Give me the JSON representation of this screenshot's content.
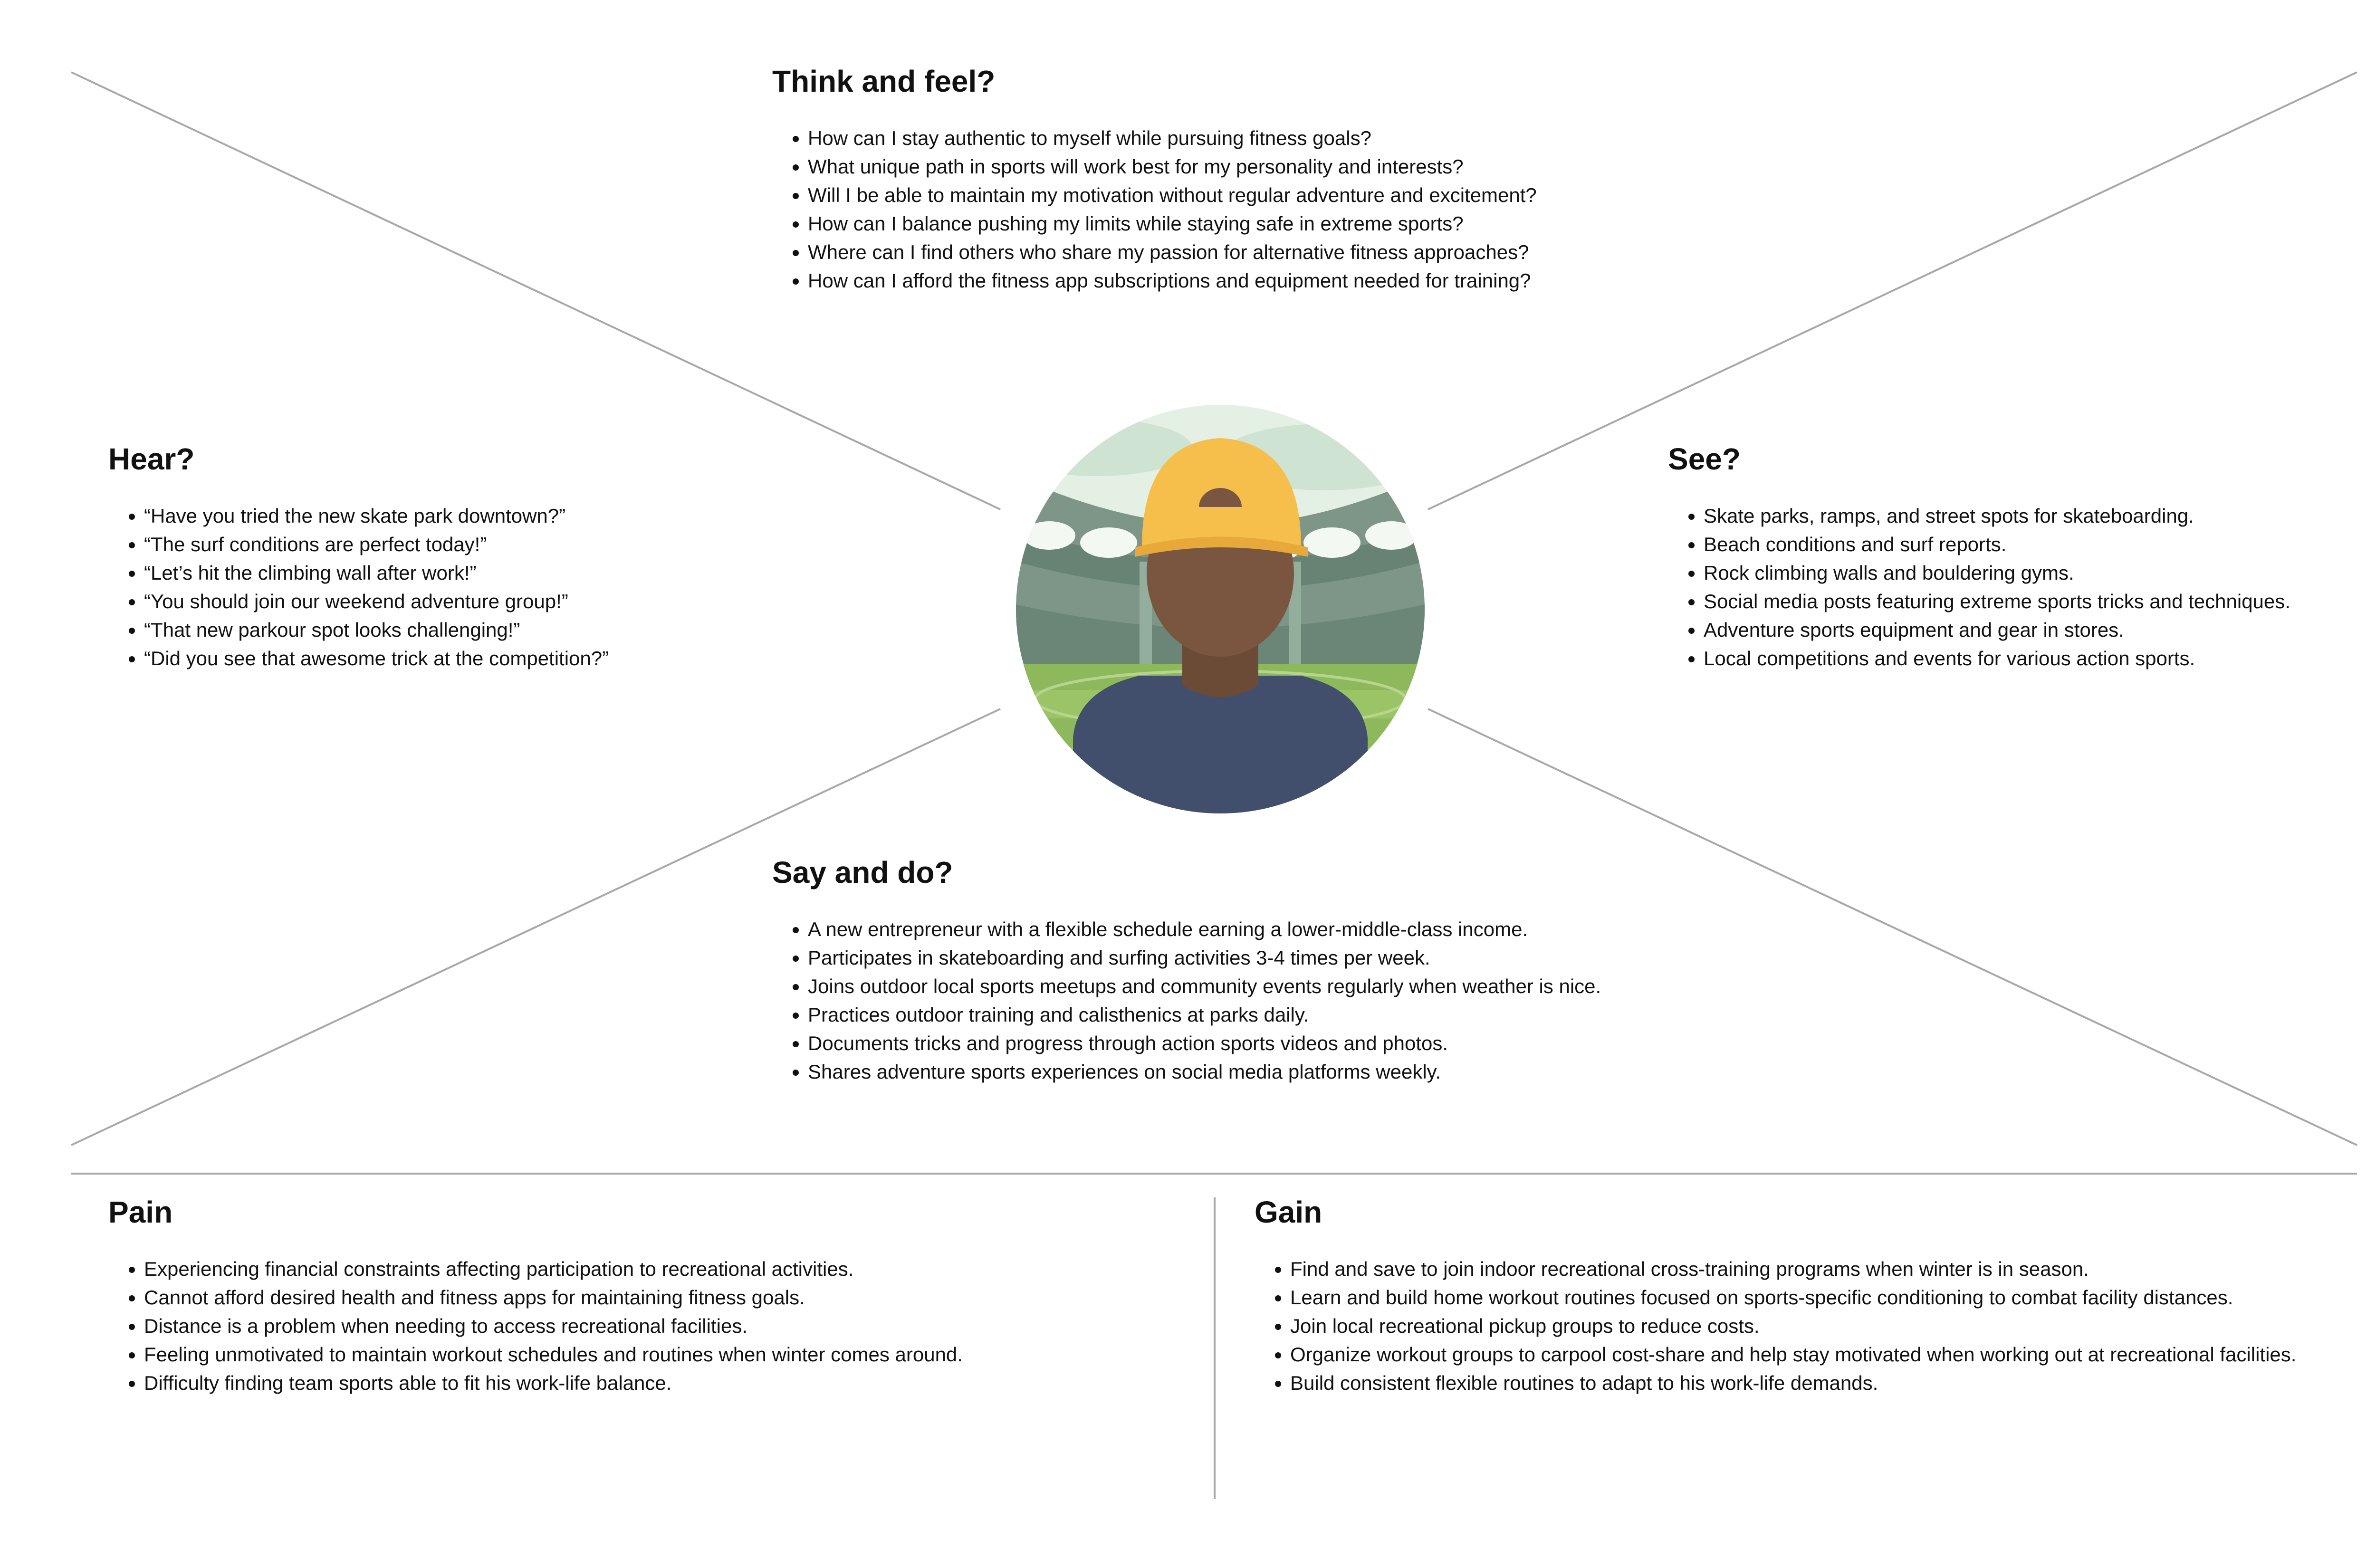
{
  "think_feel": {
    "title": "Think and feel?",
    "items": [
      "How can I stay authentic to myself while pursuing fitness goals?",
      "What unique path in sports will work best for my personality and interests?",
      "Will I be able to maintain my motivation without regular adventure and excitement?",
      "How can I balance pushing my limits while staying safe in extreme sports?",
      "Where can I find others who share my passion for alternative fitness approaches?",
      "How can I afford the fitness app subscriptions and equipment needed for training?"
    ]
  },
  "hear": {
    "title": "Hear?",
    "items": [
      "“Have you tried the new skate park downtown?”",
      "“The surf conditions are perfect today!”",
      "“Let’s hit the climbing wall after work!”",
      "“You should join our weekend adventure group!”",
      "“That new parkour spot looks challenging!”",
      "“Did you see that awesome trick at the competition?”"
    ]
  },
  "see": {
    "title": "See?",
    "items": [
      "Skate parks, ramps, and street spots for skateboarding.",
      "Beach conditions and surf reports.",
      "Rock climbing walls and bouldering gyms.",
      "Social media posts featuring extreme sports tricks and techniques.",
      "Adventure sports equipment and gear in stores.",
      "Local competitions and events for various action sports."
    ]
  },
  "say_do": {
    "title": "Say and do?",
    "items": [
      "A new entrepreneur with a flexible schedule earning a lower-middle-class income.",
      "Participates in skateboarding and surfing activities 3-4 times per week.",
      "Joins outdoor local sports meetups and community events regularly when weather is nice.",
      "Practices outdoor training and calisthenics at parks daily.",
      "Documents tricks and progress through action sports videos and photos.",
      "Shares adventure sports experiences on social media platforms weekly."
    ]
  },
  "pain": {
    "title": "Pain",
    "items": [
      "Experiencing financial constraints affecting participation to recreational activities.",
      "Cannot afford desired health and fitness apps for maintaining fitness goals.",
      "Distance is a problem when needing to access recreational facilities.",
      "Feeling unmotivated to maintain workout schedules and routines when winter comes around.",
      "Difficulty finding team sports able to fit his work-life balance."
    ]
  },
  "gain": {
    "title": "Gain",
    "items": [
      "Find and save to join indoor recreational cross-training programs when winter is in season.",
      "Learn and build home workout routines focused on sports-specific conditioning to combat facility distances.",
      "Join local recreational pickup groups to reduce costs.",
      "Organize workout groups to carpool cost-share and help stay motivated when working out at recreational facilities.",
      "Build consistent flexible routines to adapt to his work-life demands."
    ]
  },
  "avatar": {
    "icon": "persona-avatar-icon",
    "colors": {
      "cap": "#F6BE4A",
      "skin": "#7A5640",
      "shirt": "#424F6C",
      "grass": "#8DB85B",
      "sky": "#E3F0E3",
      "stands": "#7D9687"
    }
  },
  "colors": {
    "divider_line": "#A8A8A8",
    "text": "#111111"
  }
}
